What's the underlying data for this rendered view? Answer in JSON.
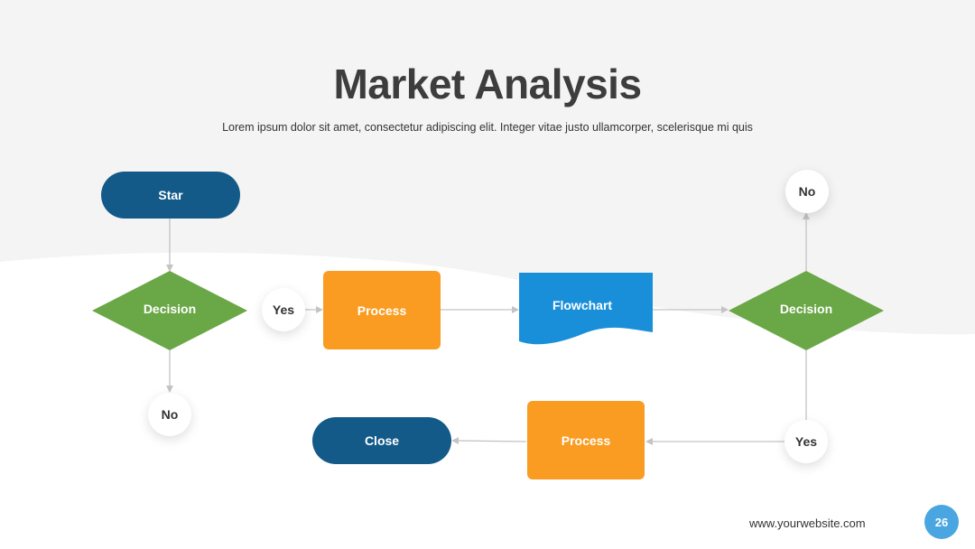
{
  "slide": {
    "title": "Market Analysis",
    "subtitle": "Lorem ipsum dolor sit amet, consectetur adipiscing elit. Integer vitae justo ullamcorper, scelerisque mi quis",
    "website": "www.yourwebsite.com",
    "page_number": "26"
  },
  "nodes": {
    "start": "Star",
    "decision_left": "Decision",
    "no_left": "No",
    "yes_left": "Yes",
    "process_top": "Process",
    "flowchart": "Flowchart",
    "decision_right": "Decision",
    "no_right": "No",
    "yes_right": "Yes",
    "process_bottom": "Process",
    "close": "Close"
  },
  "colors": {
    "terminal": "#135a89",
    "decision": "#6aa746",
    "process": "#f99c21",
    "document": "#1a8fd9",
    "connector": "#c4c4c4",
    "page_badge": "#4aa6e0",
    "background_wave": "#f4f4f4"
  }
}
